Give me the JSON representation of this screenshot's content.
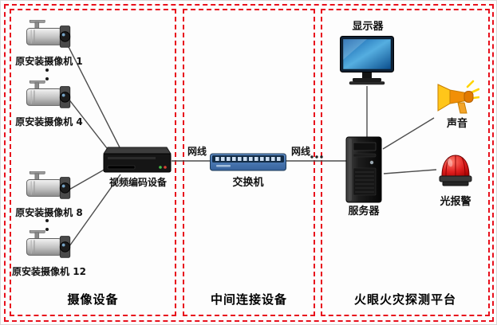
{
  "diagram": {
    "sections": {
      "cameras": {
        "title": "摄像设备",
        "items": [
          {
            "label": "原安装摄像机 1"
          },
          {
            "label": "原安装摄像机 4"
          },
          {
            "label": "原安装摄像机 8"
          },
          {
            "label": "原安装摄像机 12"
          }
        ],
        "encoder_label": "视频编码设备"
      },
      "middle": {
        "title": "中间连接设备",
        "switch_label": "交换机",
        "cable_label_left": "网线",
        "cable_label_right": "网线"
      },
      "platform": {
        "title": "火眼火灾探测平台",
        "monitor_label": "显示器",
        "server_label": "服务器",
        "sound_label": "声音",
        "light_alarm_label": "光报警"
      }
    },
    "colors": {
      "section_border": "#e8101c",
      "switch_blue": "#4d80bd",
      "alarm_red": "#c00000",
      "megaphone_orange": "#f18f07",
      "wire_gray": "#4d4d4d"
    }
  }
}
